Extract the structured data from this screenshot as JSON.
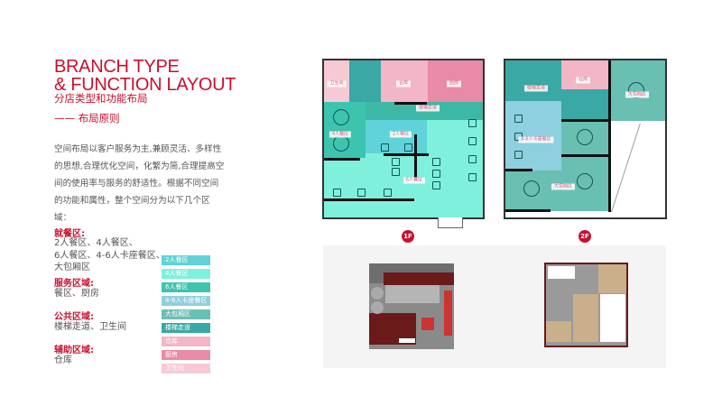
{
  "header": {
    "title_line1": "BRANCH TYPE",
    "title_line2": "& FUNCTION LAYOUT",
    "subtitle": "分店类型和功能布局",
    "section": "—— 布局原则"
  },
  "intro": "空间布局以客户服务为主,兼顾灵活、多样性的思想,合理优化空间，化繁为简,合理提高空间的使用率与服务的舒适性。根据不同空间的功能和属性，整个空间分为以下几个区域：",
  "groups": [
    {
      "heading": "就餐区:",
      "lines": [
        "2人餐区、4人餐区、",
        "6人餐区、4-6人卡座餐区、",
        "大包厢区"
      ]
    },
    {
      "heading": "服务区域:",
      "lines": [
        "餐区、厨房"
      ]
    },
    {
      "heading": "公共区域:",
      "lines": [
        "楼梯走道、卫生间"
      ]
    },
    {
      "heading": "辅助区域:",
      "lines": [
        "仓库"
      ]
    }
  ],
  "legend": [
    {
      "label": "2人餐区",
      "color": "#5fd3d9"
    },
    {
      "label": "4人餐区",
      "color": "#7ff0dc"
    },
    {
      "label": "6人餐区",
      "color": "#3cc4ae"
    },
    {
      "label": "4-6人卡座餐区",
      "color": "#8ecfe0"
    },
    {
      "label": "大包厢区",
      "color": "#6abfb3"
    },
    {
      "label": "楼梯走道",
      "color": "#3aa8a4"
    },
    {
      "label": "仓库",
      "color": "#f2b6c6"
    },
    {
      "label": "厨房",
      "color": "#e98aa6"
    },
    {
      "label": "卫生间",
      "color": "#f6c9d5"
    }
  ],
  "floor1": {
    "badge": "1F",
    "labels": {
      "restroom": "卫生间",
      "storage": "仓库",
      "kitchen": "厨房",
      "corridor": "楼梯走道",
      "four": "4人餐区",
      "two": "2人餐区",
      "six": "6人餐区"
    }
  },
  "floor2": {
    "badge": "2F",
    "labels": {
      "corridor": "楼梯走道",
      "storage": "仓库",
      "vip1": "大包厢区",
      "booth": "4-6人卡座餐区",
      "vip2": "大包厢区"
    }
  }
}
